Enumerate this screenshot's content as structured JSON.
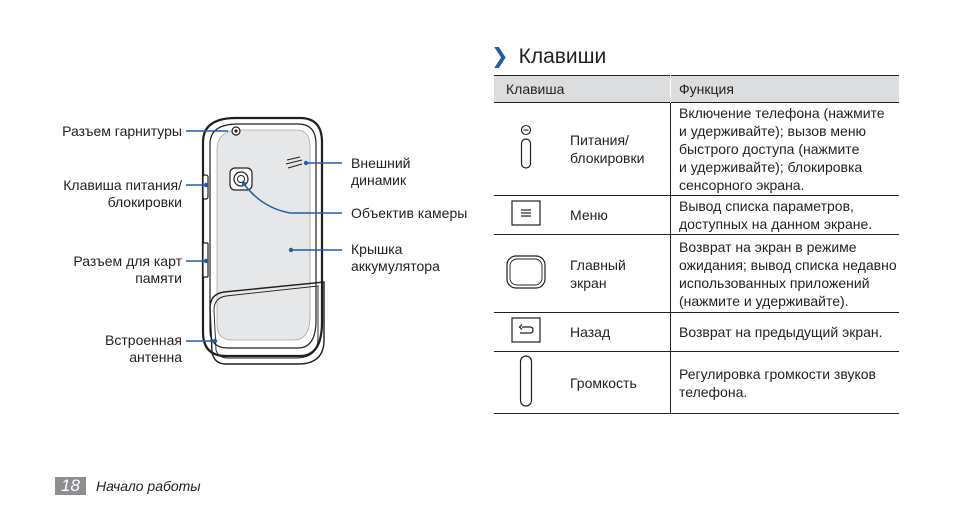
{
  "diagram": {
    "labels": {
      "headset_jack": "Разъем гарнитуры",
      "power_key": "Клавиша питания/\nблокировки",
      "memory_card_slot": "Разъем для карт\nпамяти",
      "internal_antenna": "Встроенная\nантенна",
      "speaker": "Внешний\nдинамик",
      "camera_lens": "Объектив камеры",
      "battery_cover": "Крышка\nаккумулятора"
    }
  },
  "keys_section": {
    "title": "Клавиши",
    "table": {
      "header": {
        "key": "Клавиша",
        "function": "Функция"
      },
      "rows": [
        {
          "icon": "power-lock-key-icon",
          "key": "Питания/\nблокировки",
          "function": "Включение телефона (нажмите\nи удерживайте); вызов меню\nбыстрого доступа (нажмите\nи удерживайте); блокировка\nсенсорного экрана."
        },
        {
          "icon": "menu-key-icon",
          "key": "Меню",
          "function": "Вывод списка параметров,\nдоступных на данном экране."
        },
        {
          "icon": "home-key-icon",
          "key": "Главный\nэкран",
          "function": "Возврат на экран в режиме\nожидания; вывод списка недавно\nиспользованных приложений\n(нажмите и удерживайте)."
        },
        {
          "icon": "back-key-icon",
          "key": "Назад",
          "function": "Возврат на предыдущий экран."
        },
        {
          "icon": "volume-key-icon",
          "key": "Громкость",
          "function": "Регулировка громкости звуков\nтелефона."
        }
      ]
    }
  },
  "footer": {
    "page_number": "18",
    "section": "Начало работы"
  },
  "colors": {
    "accent": "#1f5fa8",
    "table_header_bg": "#dcdddf",
    "page_number_bg": "#8c8e91"
  }
}
